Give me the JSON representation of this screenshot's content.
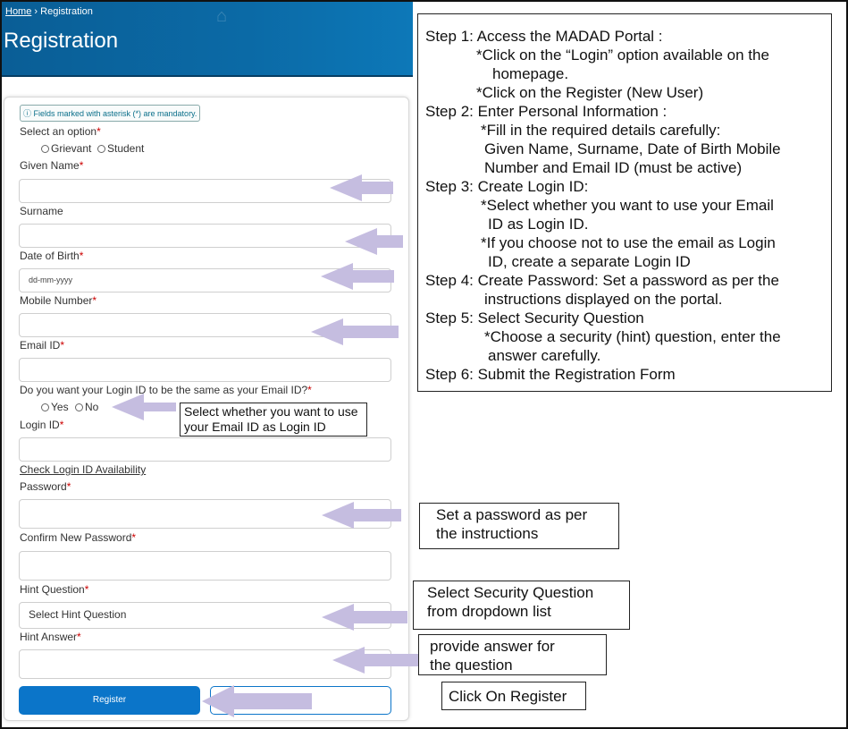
{
  "breadcrumb": {
    "home": "Home",
    "separator": "›",
    "current": "Registration"
  },
  "page_title": "Registration",
  "form": {
    "mandatory_note": "ⓘ Fields marked with asterisk (*) are mandatory.",
    "select_option_label": "Select an option",
    "option_grievant": "Grievant",
    "option_student": "Student",
    "given_name_label": "Given Name",
    "surname_label": "Surname",
    "dob_label": "Date of Birth",
    "dob_placeholder": "dd-mm-yyyy",
    "mobile_label": "Mobile Number",
    "email_label": "Email ID",
    "same_login_question": "Do you want your Login ID to be the same as your Email ID?",
    "option_yes": "Yes",
    "option_no": "No",
    "login_id_label": "Login ID",
    "check_availability": "Check Login ID Availability",
    "password_label": "Password",
    "confirm_password_label": "Confirm New Password",
    "hint_question_label": "Hint Question",
    "hint_question_selected": "Select Hint Question",
    "hint_answer_label": "Hint Answer",
    "register_button": "Register",
    "asterisk": "*"
  },
  "callouts": {
    "login_id": [
      "Select whether you want to use",
      "your Email ID as Login ID"
    ],
    "password": [
      "Set a password as per",
      "the instructions"
    ],
    "security": [
      "Select Security Question",
      "from dropdown list"
    ],
    "answer": [
      "provide answer for",
      "the question"
    ],
    "register": [
      "Click On Register"
    ]
  },
  "steps": [
    "Step 1: Access the MADAD Portal :",
    "*Click on the “Login” option available on the",
    "homepage.",
    "*Click on the Register (New User)",
    "Step 2: Enter Personal Information :",
    "*Fill in the required details carefully:",
    "Given Name, Surname, Date of Birth Mobile",
    "Number and Email ID (must be active)",
    "Step 3: Create Login ID:",
    "*Select whether you want to use your Email",
    "ID as Login ID.",
    "*If you choose not to use the email as Login",
    "ID, create a separate Login ID",
    "Step 4: Create Password: Set a password as per the",
    "instructions displayed on the portal.",
    "Step 5: Select Security Question",
    "*Choose a security (hint) question, enter the",
    "answer carefully.",
    "Step 6: Submit the Registration Form"
  ],
  "colors": {
    "header": "#0b6aa6",
    "button": "#0b75c9",
    "arrow": "#c5bde0"
  }
}
